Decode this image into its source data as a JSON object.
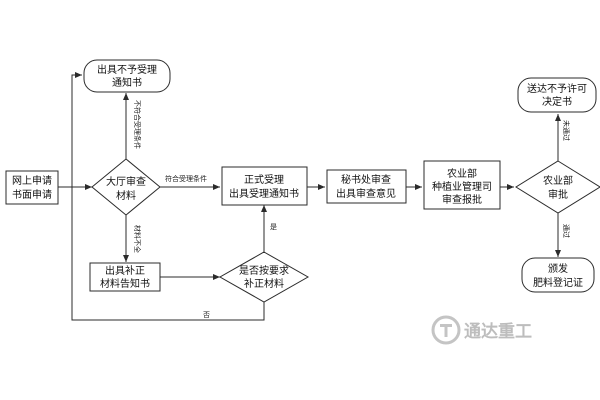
{
  "nodes": {
    "online_apply": {
      "line1": "网上申请",
      "line2": "书面申请"
    },
    "hall_review": {
      "line1": "大厅审查",
      "line2": "材料"
    },
    "reject_notice": {
      "line1": "出具不予受理",
      "line2": "通知书"
    },
    "supplement": {
      "line1": "出具补正",
      "line2": "材料告知书"
    },
    "check_supp": {
      "line1": "是否按要求",
      "line2": "补正材料"
    },
    "formal_accept": {
      "line1": "正式受理",
      "line2": "出具受理通知书"
    },
    "secretary": {
      "line1": "秘书处审查",
      "line2": "出具审查意见"
    },
    "ministry": {
      "line1": "农业部",
      "line2": "种植业管理司",
      "line3": "审查报批"
    },
    "approval": {
      "line1": "农业部",
      "line2": "审批"
    },
    "deny_decision": {
      "line1": "送达不予许可",
      "line2": "决定书"
    },
    "issue_cert": {
      "line1": "颁发",
      "line2": "肥料登记证"
    }
  },
  "edge_labels": {
    "not_qualified": "不符合受理条件",
    "qualified": "符合受理条件",
    "incomplete": "材料不全",
    "yes": "是",
    "no": "否",
    "not_passed": "未通过",
    "passed": "通过"
  },
  "watermark": "通达重工"
}
